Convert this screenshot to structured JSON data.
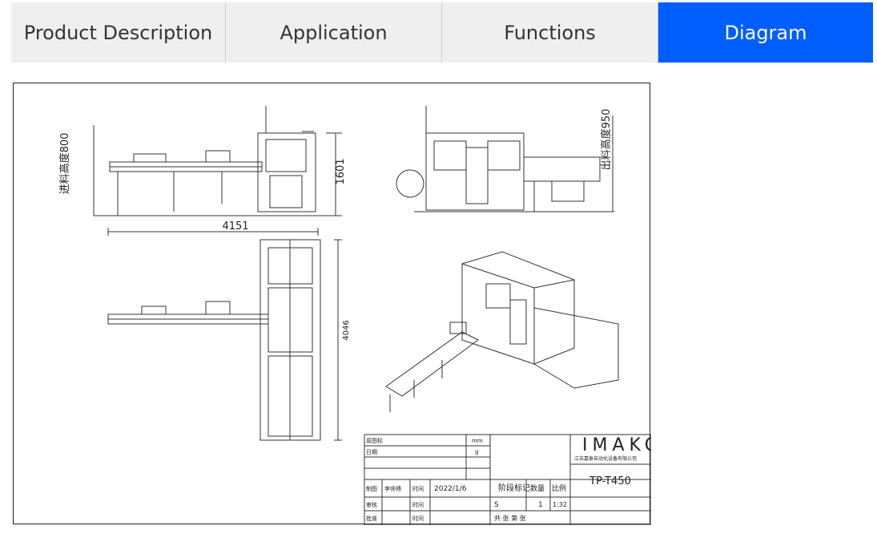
{
  "tabs": [
    {
      "label": "Product Description",
      "active": false
    },
    {
      "label": "Application",
      "active": false
    },
    {
      "label": "Functions",
      "active": false
    },
    {
      "label": "Diagram",
      "active": true
    }
  ],
  "colors": {
    "accent": "#005eff",
    "tab_bg": "#efefef",
    "text": "#333333"
  },
  "drawing": {
    "dim_left_height": "进料高度800",
    "dim_front_height": "1601",
    "dim_side_height": "出料高度950",
    "dim_width": "4151",
    "dim_depth": "4046",
    "title_block": {
      "company": "IMAKO",
      "company_sub": "江苏嘉泰自动化设备有限公司",
      "model": "TP-T450",
      "date": "2022/1/6",
      "stage_label": "阶段标记",
      "qty_label": "数量",
      "scale_label": "比例",
      "stage_value": "S",
      "qty_value": "1",
      "scale_value": "1:32",
      "sheets": "共  张    第  张",
      "r1": "原图标",
      "r2": "日期",
      "r3": "制图",
      "r4": "审核",
      "r5": "批准",
      "designer": "李师傅",
      "time1": "时间",
      "time2": "时间",
      "time3": "时间",
      "unit": "mm",
      "weight": "g"
    }
  }
}
